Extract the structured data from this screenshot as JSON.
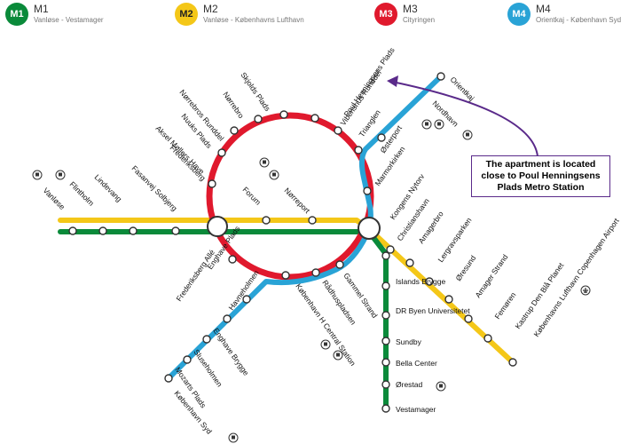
{
  "legend": [
    {
      "code": "M1",
      "desc": "Vanløse - Vestamager",
      "color": "#0a8a3a",
      "badge_text": "#ffffff"
    },
    {
      "code": "M2",
      "desc": "Vanløse - Københavns Lufthavn",
      "color": "#f4c718",
      "badge_text": "#222222"
    },
    {
      "code": "M3",
      "desc": "Cityringen",
      "color": "#e0192d",
      "badge_text": "#ffffff"
    },
    {
      "code": "M4",
      "desc": "Orientkaj - København Syd",
      "color": "#29a3d6",
      "badge_text": "#ffffff"
    }
  ],
  "callout": {
    "lines": [
      "The apartment is located",
      "close to Poul Henningsens",
      "Plads Metro Station"
    ]
  },
  "stations": {
    "ring": [
      "Vibenshus Runddel",
      "Skjolds Plads",
      "Nørrebro",
      "Nørrebros Runddel",
      "Nuuks Plads",
      "Aksel Møllers Have",
      "Frederiksberg",
      "Forum",
      "Nørreport",
      "Poul Henningsens Plads",
      "Trianglen",
      "Østerport",
      "Marmorkirken",
      "Kongens Nytorv",
      "Gammel Strand",
      "Rådhuspladsen",
      "København H Central Station",
      "Frederiksberg Allé"
    ],
    "west": [
      "Vanløse",
      "Flintholm",
      "Lindevang",
      "Fasanvej Solbjerg"
    ],
    "north_m4": [
      "Orientkaj",
      "Nordhavn"
    ],
    "m4_south": [
      "Enghave Plads",
      "Havneholmen",
      "Enghave Brygge",
      "Sluseholmen",
      "Mozarts Plads",
      "København Syd"
    ],
    "m1_south": [
      "Christianshavn",
      "Islands Brygge",
      "DR Byen Universitetet",
      "Sundby",
      "Bella Center",
      "Ørestad",
      "Vestamager"
    ],
    "m2_south": [
      "Amagerbro",
      "Lergravsparken",
      "Øresund",
      "Amager Strand",
      "Femøren",
      "Kastrup Den Blå Planet",
      "Københavns Lufthavn Copenhagen Airport"
    ]
  },
  "colors": {
    "callout_border": "#5a2a8a",
    "arrow": "#5a2a8a"
  },
  "icons": [
    "train-icon",
    "airplane-icon"
  ]
}
